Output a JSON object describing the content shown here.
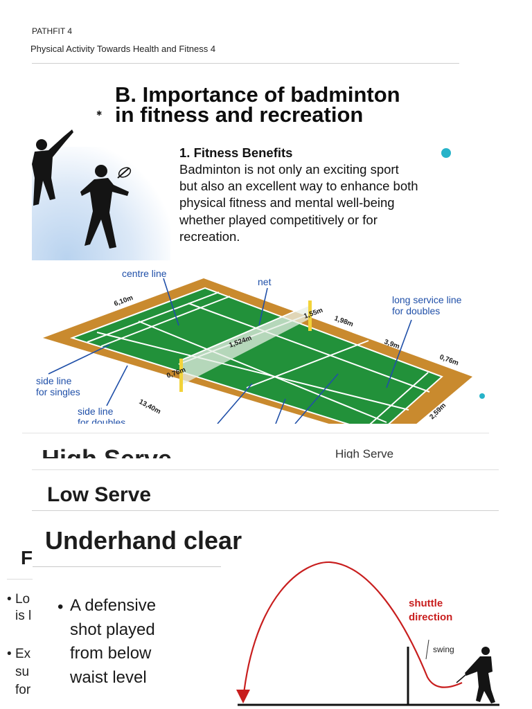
{
  "header": {
    "course": "PATHFIT 4",
    "subtitle": "Physical Activity Towards Health and Fitness 4"
  },
  "slide1": {
    "title_line1": "B. Importance of badminton",
    "title_line2": "in fitness and recreation",
    "heading": "1. Fitness Benefits",
    "body_lines": [
      "Badminton is not only an exciting sport",
      "but also an excellent way to enhance both",
      "physical fitness and mental well-being",
      "whether played competitively or for",
      "recreation."
    ]
  },
  "court": {
    "labels": {
      "centre_line": "centre line",
      "net": "net",
      "long_service_1": "long service line",
      "long_service_2": "for doubles",
      "side_singles_1": "side line",
      "side_singles_2": "for singles",
      "side_doubles_1": "side line",
      "side_doubles_2": "for doubles"
    },
    "dimensions": {
      "width": "6,10m",
      "post_height": "1,55m",
      "short_service": "1,98m",
      "service_box": "3,9m",
      "back_doubles": "0,76m",
      "net_height": "1,524m",
      "side_gap": "0,76m",
      "length": "13,40m",
      "back_gap": "2,59m"
    },
    "colors": {
      "court": "#22913a",
      "surround": "#c98a2e",
      "lines": "#ffffff",
      "posts": "#f2d33a",
      "callout": "#1f4fa8"
    }
  },
  "slide3": {
    "title": "High Serve",
    "caption": "High Serve"
  },
  "slide4": {
    "title": "Low Serve"
  },
  "slide5": {
    "title": "F",
    "lines": [
      "Lo",
      "is l",
      "Ex",
      "su",
      "for"
    ]
  },
  "slide6": {
    "title": "Underhand clear",
    "bullet_lines": [
      "A defensive",
      "shot played",
      "from below",
      "waist level"
    ],
    "diagram": {
      "label_direction_1": "shuttle",
      "label_direction_2": "direction",
      "label_swing": "swing",
      "colors": {
        "trajectory": "#c81e1e",
        "label": "#c81e1e"
      }
    }
  }
}
